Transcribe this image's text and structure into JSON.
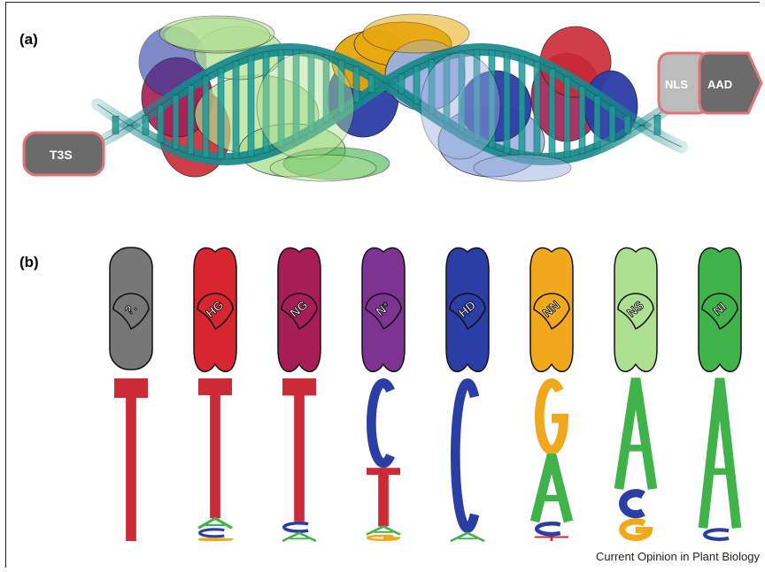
{
  "panel_a": {
    "label": "(a)",
    "t3s_label": "T3S",
    "nls_label": "NLS",
    "aad_label": "AAD",
    "repeat_colors": [
      "#777777",
      "#cc2a36",
      "#a61e55",
      "#2b3ea6",
      "#e8a80d",
      "#aee092",
      "#9bb0e0",
      "#3fb34a"
    ]
  },
  "panel_b": {
    "label": "(b)",
    "rvds": [
      {
        "label": "?.",
        "color": "#777777",
        "letters": [
          {
            "base": "T",
            "weight": 1.0,
            "color": "#cc2a36"
          }
        ]
      },
      {
        "label": "HG",
        "color": "#d7262f",
        "letters": [
          {
            "base": "T",
            "weight": 0.86,
            "color": "#cc2a36"
          },
          {
            "base": "A",
            "weight": 0.06,
            "color": "#3fb34a"
          },
          {
            "base": "C",
            "weight": 0.06,
            "color": "#2b3ea6"
          },
          {
            "base": "G",
            "weight": 0.02,
            "color": "#f1a81d"
          }
        ]
      },
      {
        "label": "NG",
        "color": "#a61e55",
        "letters": [
          {
            "base": "T",
            "weight": 0.88,
            "color": "#cc2a36"
          },
          {
            "base": "C",
            "weight": 0.07,
            "color": "#2b3ea6"
          },
          {
            "base": "A",
            "weight": 0.05,
            "color": "#3fb34a"
          }
        ]
      },
      {
        "label": "N*",
        "color": "#7d3391",
        "letters": [
          {
            "base": "C",
            "weight": 0.55,
            "color": "#2b3ea6"
          },
          {
            "base": "T",
            "weight": 0.36,
            "color": "#cc2a36"
          },
          {
            "base": "A",
            "weight": 0.05,
            "color": "#3fb34a"
          },
          {
            "base": "G",
            "weight": 0.04,
            "color": "#f1a81d"
          }
        ]
      },
      {
        "label": "HD",
        "color": "#2b3ea6",
        "letters": [
          {
            "base": "C",
            "weight": 0.95,
            "color": "#2b3ea6"
          },
          {
            "base": "A",
            "weight": 0.05,
            "color": "#3fb34a"
          }
        ]
      },
      {
        "label": "NN",
        "color": "#f1a81d",
        "letters": [
          {
            "base": "G",
            "weight": 0.47,
            "color": "#f1a81d"
          },
          {
            "base": "A",
            "weight": 0.41,
            "color": "#3fb34a"
          },
          {
            "base": "C",
            "weight": 0.09,
            "color": "#2b3ea6"
          },
          {
            "base": "T",
            "weight": 0.03,
            "color": "#cc2a36"
          }
        ]
      },
      {
        "label": "NS",
        "color": "#aee092",
        "letters": [
          {
            "base": "A",
            "weight": 0.68,
            "color": "#3fb34a"
          },
          {
            "base": "C",
            "weight": 0.18,
            "color": "#2b3ea6"
          },
          {
            "base": "G",
            "weight": 0.14,
            "color": "#f1a81d"
          }
        ]
      },
      {
        "label": "NI",
        "color": "#3fb34a",
        "letters": [
          {
            "base": "A",
            "weight": 0.92,
            "color": "#3fb34a"
          },
          {
            "base": "C",
            "weight": 0.08,
            "color": "#2b3ea6"
          }
        ]
      }
    ]
  },
  "caption": "Current Opinion in Plant Biology"
}
